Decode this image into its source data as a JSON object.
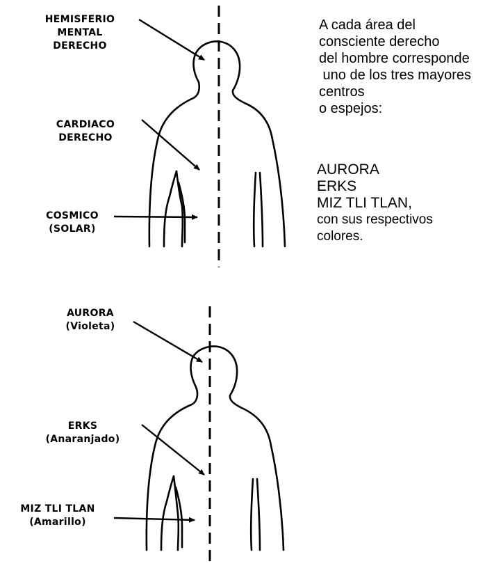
{
  "top_labels": {
    "hemisferio": [
      "HEMISFERIO",
      "MENTAL",
      "DERECHO"
    ],
    "cardiaco": [
      "CARDIACO",
      "DERECHO"
    ],
    "cosmico": [
      "COSMICO",
      "(SOLAR)"
    ]
  },
  "bottom_labels": {
    "aurora": [
      "AURORA",
      "(Violeta)"
    ],
    "erks": [
      "ERKS",
      "(Anaranjado)"
    ],
    "miztlitlan": [
      "MIZ TLI TLAN",
      "(Amarillo)"
    ]
  },
  "description": [
    "A cada área del",
    "consciente derecho",
    "del hombre corresponde",
    " uno de los tres mayores",
    "centros",
    "o espejos:"
  ],
  "names": [
    "AURORA",
    "ERKS",
    "MIZ TLI TLAN,"
  ],
  "closing": [
    "con sus respectivos",
    "colores."
  ]
}
